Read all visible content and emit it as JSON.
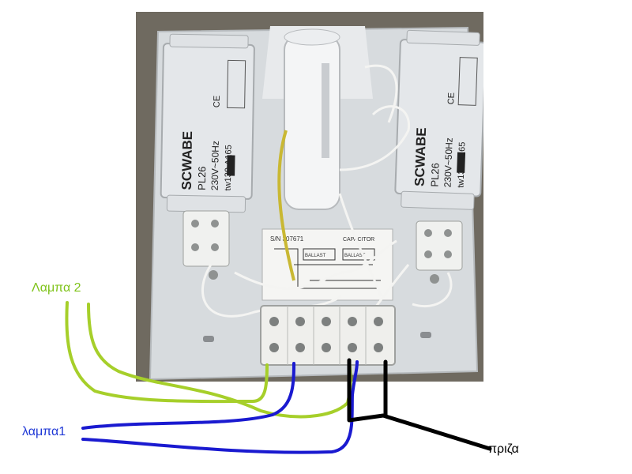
{
  "labels": {
    "lamp2": "Λαμπα 2",
    "lamp1": "λαμπα1",
    "socket": "πριζα"
  },
  "ballast_left": {
    "brand": "SCWABE",
    "model": "PL26",
    "voltage": "230V~50Hz",
    "temp": "tw130 Δ165",
    "mark": "CE"
  },
  "ballast_right": {
    "brand": "SCWABE",
    "model": "PL26",
    "voltage": "230V~50Hz",
    "temp": "tw130 Δ165",
    "mark": "CE"
  },
  "diagram_sticker": {
    "serial": "S/N 307671",
    "capacitor": "CAPACITOR",
    "ballast_a": "BALLAST",
    "ballast_b": "BALLAST"
  },
  "colors": {
    "lamp2_wire": "#a6cf2a",
    "lamp1_wire": "#1a1ad0",
    "socket_wire": "#000000",
    "lamp2_text": "#7fc31a",
    "lamp1_text": "#1f38d6",
    "photo_background": "#6f6a60",
    "plate": "#d9dde0",
    "ballast_body": "#e4e7ea"
  }
}
